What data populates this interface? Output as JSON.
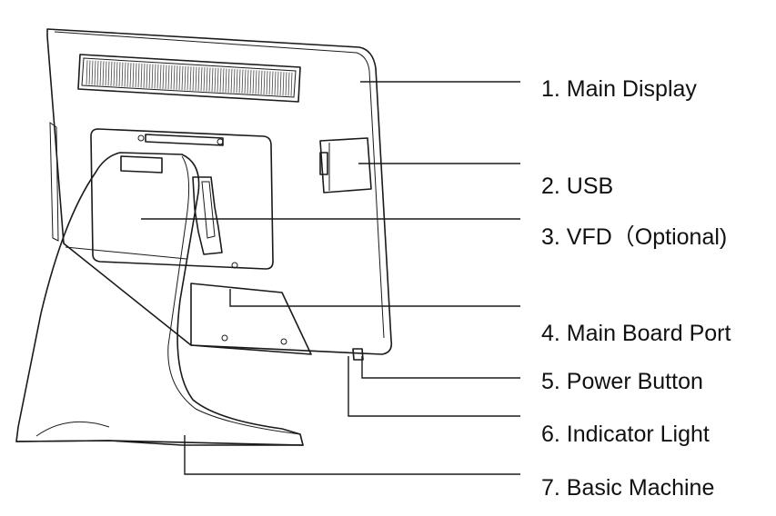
{
  "labels": [
    {
      "text": "1. Main Display"
    },
    {
      "text": "2. USB"
    },
    {
      "text": "3. VFD（Optional)"
    },
    {
      "text": "4. Main Board Port"
    },
    {
      "text": "5. Power Button"
    },
    {
      "text": "6. Indicator Light"
    },
    {
      "text": "7. Basic Machine"
    }
  ]
}
